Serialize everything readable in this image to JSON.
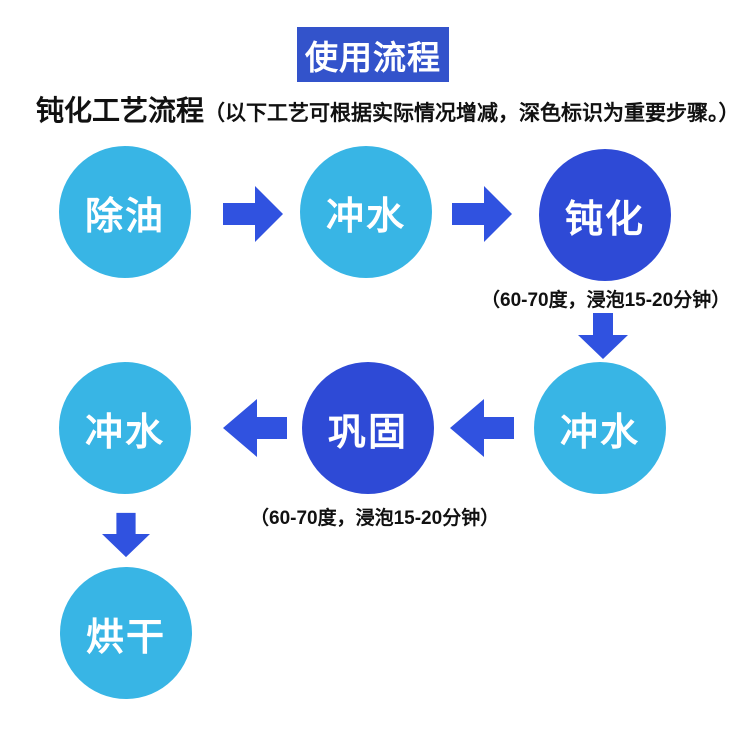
{
  "header": {
    "banner_label": "使用流程",
    "subtitle_main": "钝化工艺流程",
    "subtitle_paren": "（以下工艺可根据实际情况增减，深色标识为重要步骤。）"
  },
  "flow": {
    "steps": [
      {
        "label": "除油",
        "variant": "light"
      },
      {
        "label": "冲水",
        "variant": "light"
      },
      {
        "label": "钝化",
        "variant": "dark",
        "note": "（60-70度，浸泡15-20分钟）"
      },
      {
        "label": "冲水",
        "variant": "light"
      },
      {
        "label": "巩固",
        "variant": "dark",
        "note": "（60-70度，浸泡15-20分钟）"
      },
      {
        "label": "冲水",
        "variant": "light"
      },
      {
        "label": "烘干",
        "variant": "light"
      }
    ],
    "arrows": [
      {
        "dir": "right",
        "from": "除油",
        "to": "冲水"
      },
      {
        "dir": "right",
        "from": "冲水",
        "to": "钝化"
      },
      {
        "dir": "down",
        "from": "钝化",
        "to": "冲水"
      },
      {
        "dir": "left",
        "from": "冲水",
        "to": "巩固"
      },
      {
        "dir": "left",
        "from": "巩固",
        "to": "冲水"
      },
      {
        "dir": "down",
        "from": "冲水",
        "to": "烘干"
      }
    ]
  },
  "colors": {
    "page_bg": "#ffffff",
    "banner_bg": "#3353cb",
    "light_circle": "#38b5e5",
    "dark_circle": "#2e4ad6",
    "arrow": "#3052e0",
    "title_text": "#ffffff",
    "body_text": "#111111"
  }
}
